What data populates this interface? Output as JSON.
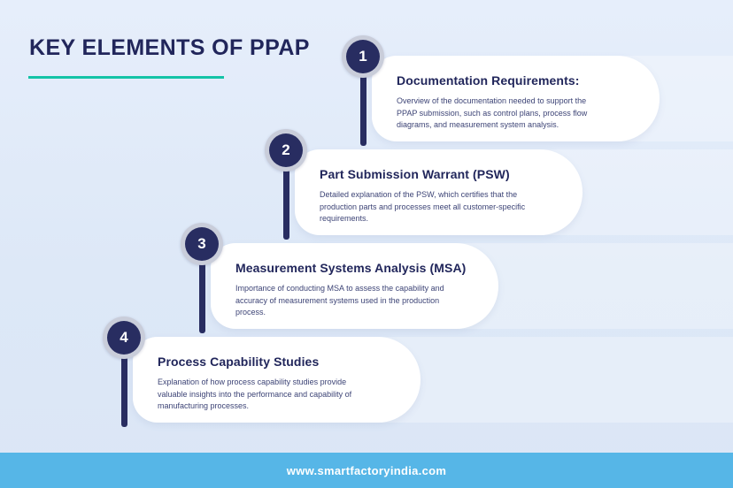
{
  "header": {
    "title": "KEY ELEMENTS OF PPAP"
  },
  "steps": [
    {
      "number": "1",
      "title": "Documentation Requirements:",
      "description": "Overview of the documentation needed to support the PPAP submission, such as control plans, process flow diagrams, and measurement system analysis."
    },
    {
      "number": "2",
      "title": "Part Submission Warrant (PSW)",
      "description": "Detailed explanation of the PSW, which certifies that the production parts and processes meet all customer-specific requirements."
    },
    {
      "number": "3",
      "title": "Measurement Systems Analysis (MSA)",
      "description": "Importance of conducting MSA to assess the capability and accuracy of measurement systems used in the production process."
    },
    {
      "number": "4",
      "title": "Process Capability Studies",
      "description": "Explanation of how process capability studies provide valuable insights into the performance and capability of manufacturing processes."
    }
  ],
  "footer": {
    "url": "www.smartfactoryindia.com"
  },
  "colors": {
    "accent_teal": "#14c3a7",
    "navy": "#282d61",
    "footer_blue": "#56b6e7",
    "background_light_blue": "#dde8f7",
    "card_white": "#ffffff"
  }
}
